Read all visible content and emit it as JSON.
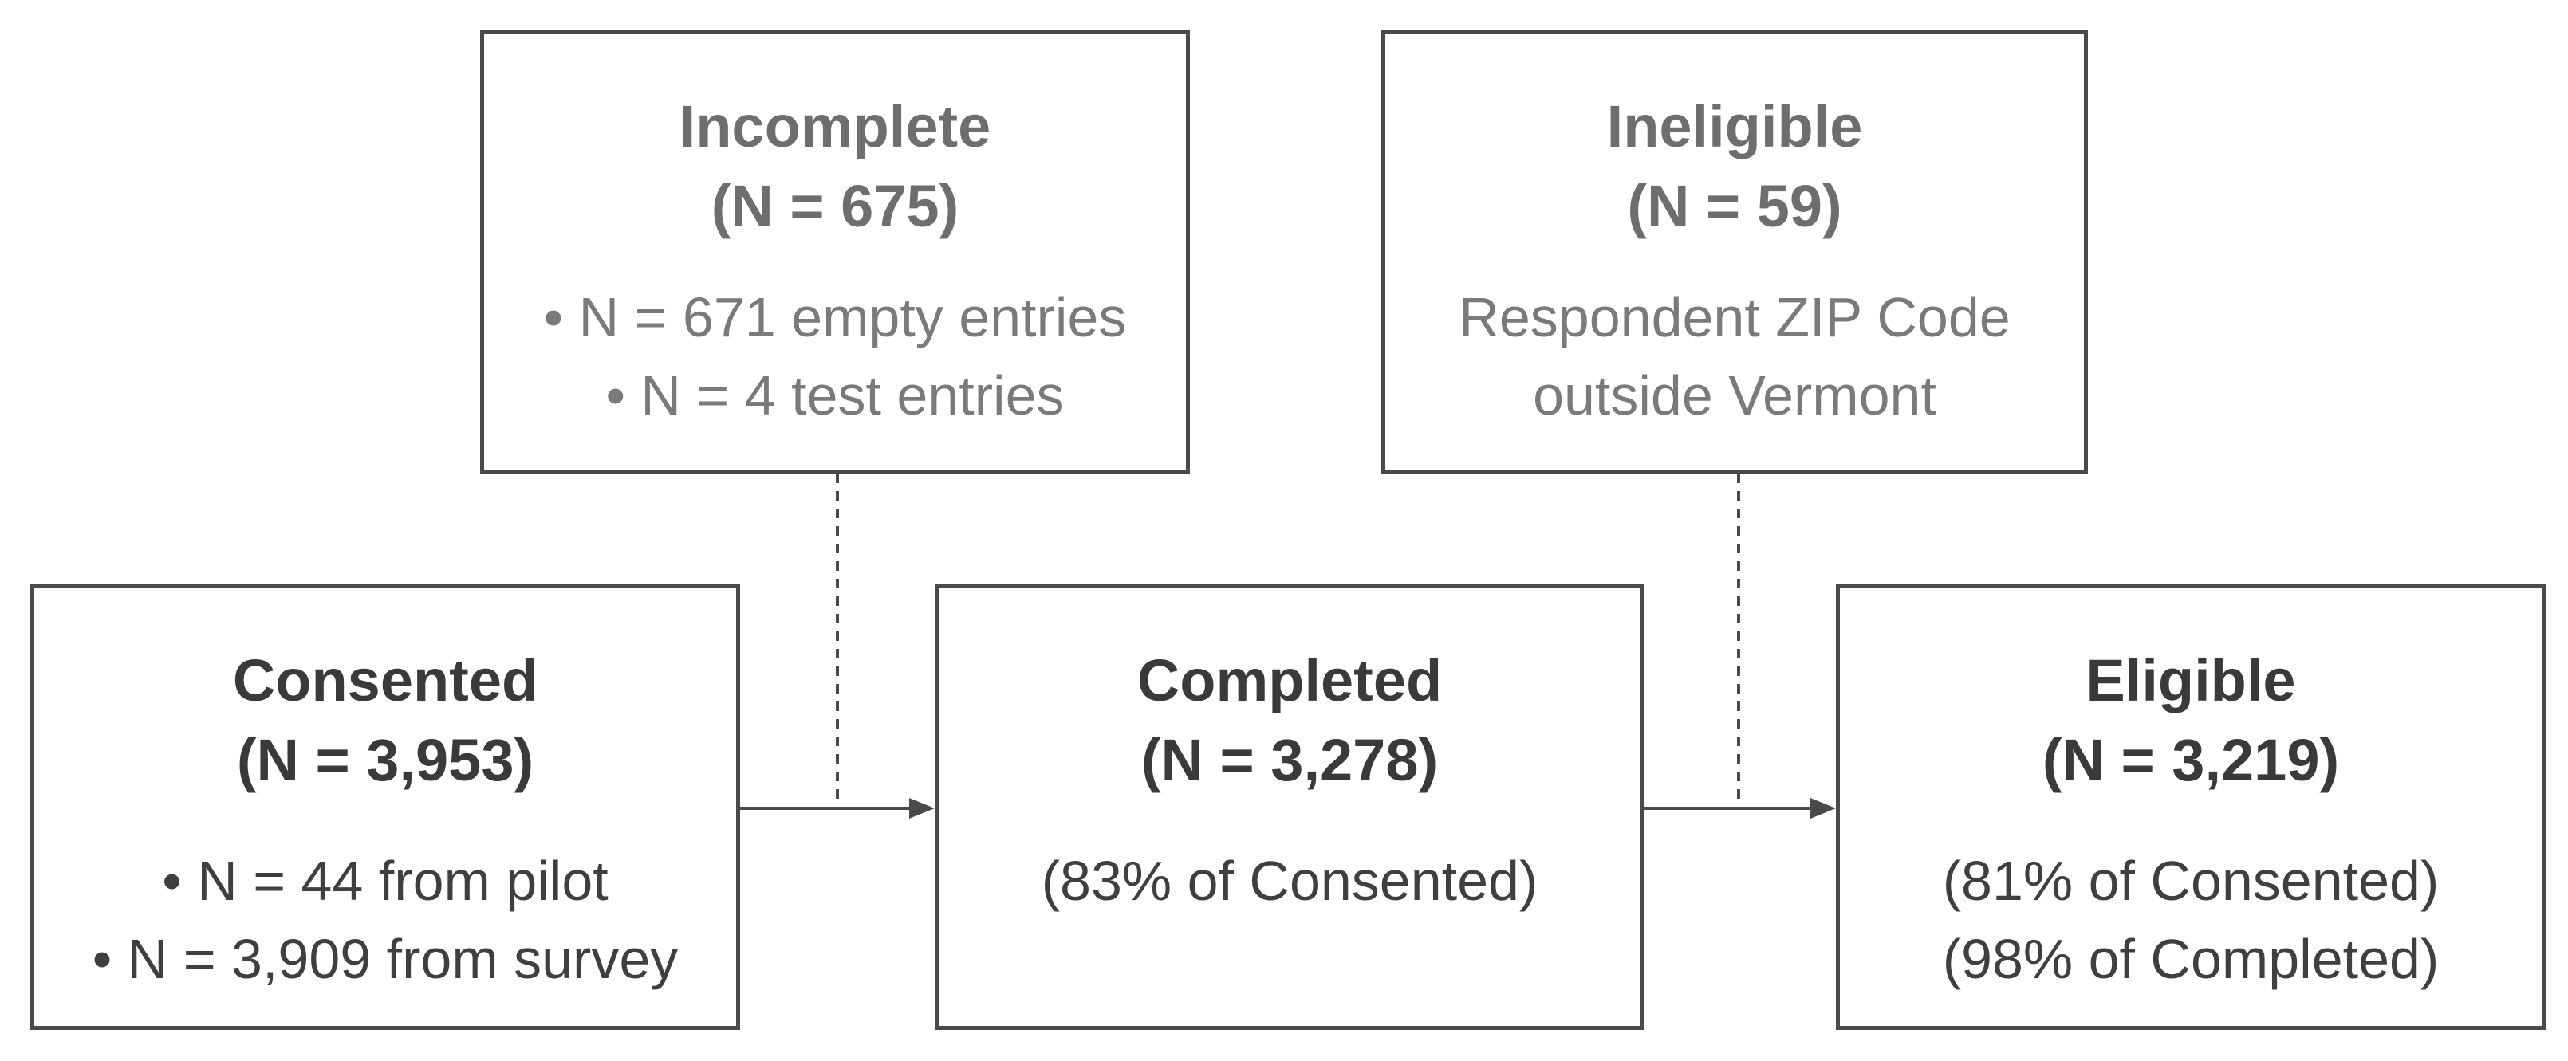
{
  "boxes": {
    "incomplete": {
      "title": "Incomplete",
      "count": "(N = 675)",
      "lines": [
        "• N = 671 empty entries",
        "• N = 4 test entries"
      ]
    },
    "ineligible": {
      "title": "Ineligible",
      "count": "(N = 59)",
      "lines": [
        "Respondent ZIP Code",
        "outside Vermont"
      ]
    },
    "consented": {
      "title": "Consented",
      "count": "(N = 3,953)",
      "lines": [
        "• N = 44 from pilot",
        "• N = 3,909 from survey"
      ]
    },
    "completed": {
      "title": "Completed",
      "count": "(N = 3,278)",
      "lines": [
        "(83% of Consented)"
      ]
    },
    "eligible": {
      "title": "Eligible",
      "count": "(N = 3,219)",
      "lines": [
        "(81% of Consented)",
        "(98% of Completed)"
      ]
    }
  },
  "colors": {
    "border": "#4a4a4a",
    "primary_text": "#3a3a3a",
    "secondary_text": "#6e6e6e",
    "connector": "#4a4a4a"
  }
}
